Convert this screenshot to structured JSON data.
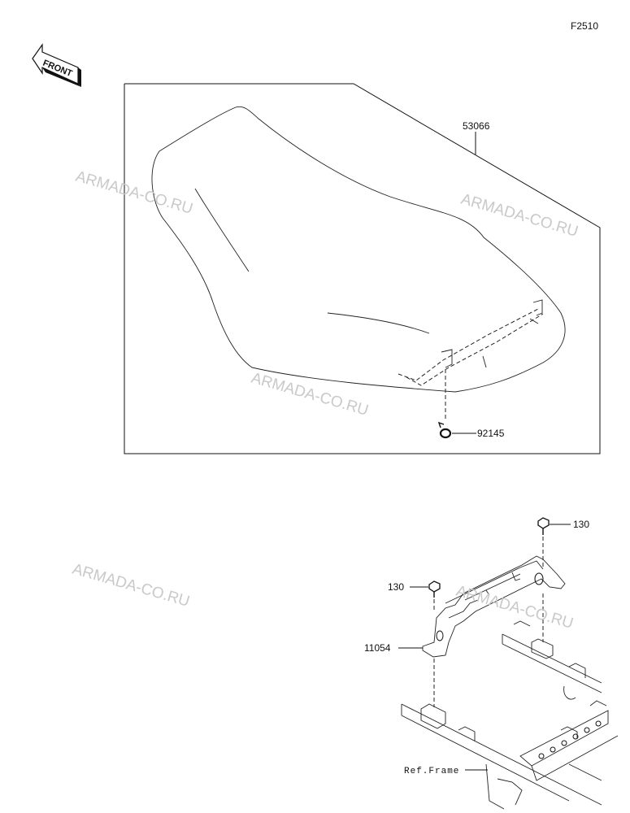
{
  "figure_code": "F2510",
  "front_arrow": {
    "label": "FRONT"
  },
  "watermark": "ARMADA-CO.RU",
  "parts": [
    {
      "number": "53066"
    },
    {
      "number": "92145"
    },
    {
      "number": "130"
    },
    {
      "number": "130"
    },
    {
      "number": "11054"
    }
  ],
  "ref_label": "Ref.Frame"
}
